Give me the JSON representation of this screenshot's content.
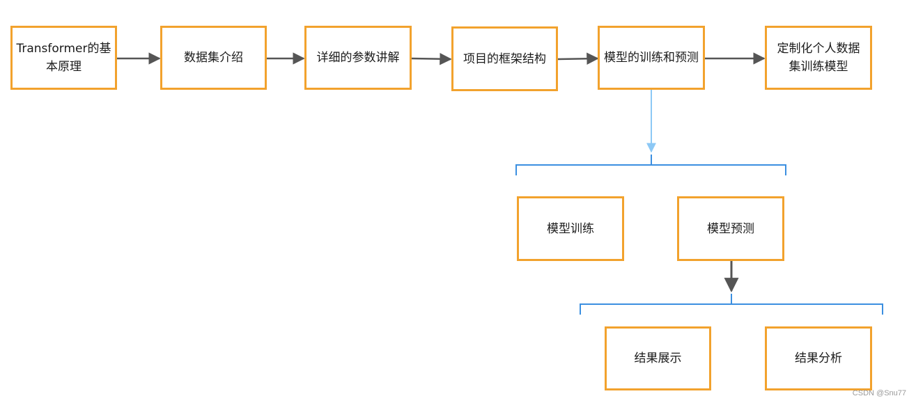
{
  "nodes": {
    "transformer_basics": "Transformer的基本原理",
    "dataset_intro": "数据集介绍",
    "param_detail": "详细的参数讲解",
    "project_framework": "项目的框架结构",
    "train_predict": "模型的训练和预测",
    "custom_dataset": "定制化个人数据集训练模型",
    "model_train": "模型训练",
    "model_predict": "模型预测",
    "result_display": "结果展示",
    "result_analysis": "结果分析"
  },
  "watermark": "CSDN @Snu77",
  "colors": {
    "box_border": "#f2a22d",
    "arrow_dark": "#555555",
    "arrow_light_blue": "#8cc8f5",
    "bracket_blue": "#3b8fe0"
  }
}
